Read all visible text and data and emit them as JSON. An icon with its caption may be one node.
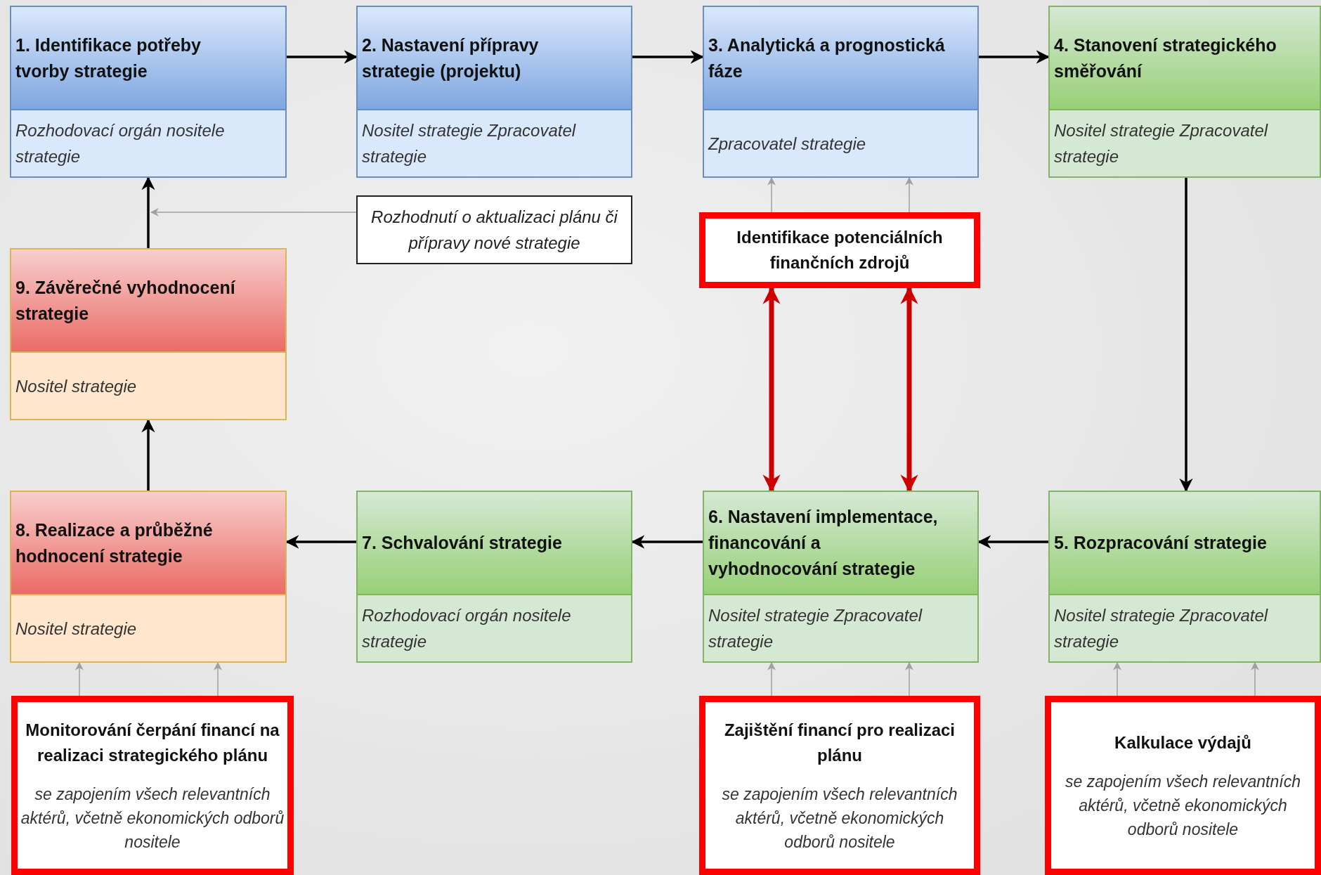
{
  "diagram": {
    "nodes": [
      {
        "text": [
          "1. Identifikace potřeby tvorby strategie",
          "Rozhodovací orgán nositele strategie"
        ]
      },
      {
        "text": [
          "2. Nastavení přípravy strategie (projektu)",
          "Nositel strategie Zpracovatel strategie"
        ]
      },
      {
        "text": [
          "3. Analytická a prognostická fáze",
          "Zpracovatel strategie"
        ]
      },
      {
        "text": [
          "4. Stanovení strategického směřování",
          "Nositel strategie Zpracovatel strategie"
        ]
      },
      {
        "text": [
          "Rozhodnutí o aktualizaci plánu či přípravy nové strategie"
        ]
      },
      {
        "text": [
          "Identifikace potenciálních finančních zdrojů"
        ]
      },
      {
        "text": [
          "9. Závěrečné vyhodnocení strategie",
          "Nositel strategie"
        ]
      },
      {
        "text": [
          "8. Realizace a průběžné hodnocení strategie",
          "Nositel strategie"
        ]
      },
      {
        "text": [
          "7. Schvalování strategie",
          "Rozhodovací orgán nositele strategie"
        ]
      },
      {
        "text": [
          "6. Nastavení implementace, financování a vyhodnocování strategie",
          "Nositel strategie Zpracovatel strategie"
        ]
      },
      {
        "text": [
          "5. Rozpracování strategie",
          "Nositel strategie Zpracovatel strategie"
        ]
      },
      {
        "text": [
          "Monitorování čerpání financí na realizaci strategického plánu",
          "se zapojením všech relevantních aktérů, včetně ekonomických odborů nositele"
        ]
      },
      {
        "text": [
          "Zajištění financí pro realizaci plánu",
          "se zapojením všech relevantních aktérů, včetně ekonomických odborů nositele"
        ]
      },
      {
        "text": [
          "Kalkulace výdajů",
          "se zapojením všech relevantních aktérů, včetně ekonomických odborů nositele"
        ]
      }
    ],
    "edges": [
      {
        "from": 0,
        "to": 1,
        "arrow": "to"
      },
      {
        "from": 1,
        "to": 2,
        "arrow": "to"
      },
      {
        "from": 2,
        "to": 3,
        "arrow": "to"
      },
      {
        "from": 3,
        "to": 10,
        "arrow": "to"
      },
      {
        "from": 10,
        "to": 9,
        "arrow": "to"
      },
      {
        "from": 9,
        "to": 8,
        "arrow": "to"
      },
      {
        "from": 8,
        "to": 7,
        "arrow": "to"
      },
      {
        "from": 7,
        "to": 6,
        "arrow": "to"
      },
      {
        "from": 6,
        "to": 0,
        "arrow": "to"
      },
      {
        "from": 4,
        "to": null,
        "arrow": "to",
        "color": "#a0a0a0"
      },
      {
        "from": 5,
        "to": 2,
        "arrow": "to",
        "color": "#a0a0a0"
      },
      {
        "from": 5,
        "to": 2,
        "arrow": "to",
        "color": "#a0a0a0"
      },
      {
        "from": 5,
        "to": 9,
        "arrow": "both",
        "style": "thick",
        "color": "#cc0000"
      },
      {
        "from": 5,
        "to": 9,
        "arrow": "both",
        "style": "thick",
        "color": "#cc0000"
      },
      {
        "from": 11,
        "to": 7,
        "arrow": "to",
        "color": "#a0a0a0"
      },
      {
        "from": 11,
        "to": 7,
        "arrow": "to",
        "color": "#a0a0a0"
      },
      {
        "from": 12,
        "to": 9,
        "arrow": "to",
        "color": "#a0a0a0"
      },
      {
        "from": 12,
        "to": 9,
        "arrow": "to",
        "color": "#a0a0a0"
      },
      {
        "from": 13,
        "to": 10,
        "arrow": "to",
        "color": "#a0a0a0"
      },
      {
        "from": 13,
        "to": 10,
        "arrow": "to",
        "color": "#a0a0a0"
      }
    ]
  }
}
